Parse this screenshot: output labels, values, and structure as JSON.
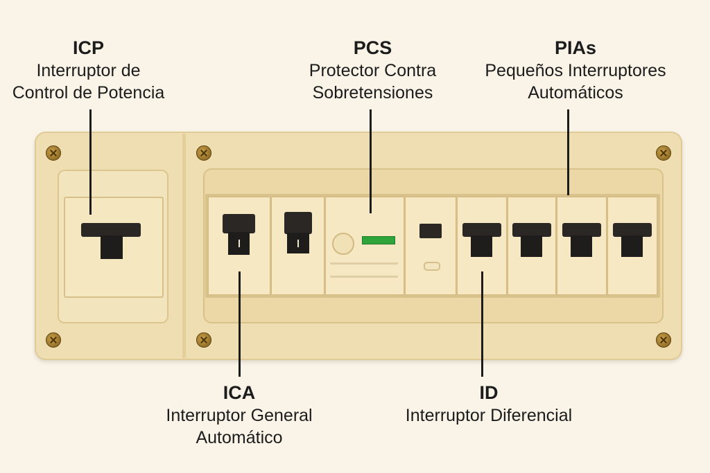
{
  "labels": {
    "icp": {
      "abbr": "ICP",
      "desc_line1": "Interruptor de",
      "desc_line2": "Control de Potencia"
    },
    "pcs": {
      "abbr": "PCS",
      "desc_line1": "Protector Contra",
      "desc_line2": "Sobretensiones"
    },
    "pias": {
      "abbr": "PIAs",
      "desc_line1": "Pequeños Interruptores",
      "desc_line2": "Automáticos"
    },
    "ica": {
      "abbr": "ICA",
      "desc_line1": "Interruptor General",
      "desc_line2": "Automático"
    },
    "id": {
      "abbr": "ID",
      "desc_line1": "Interruptor Diferencial"
    }
  },
  "colors": {
    "background": "#faf4e8",
    "panel": "#efdeb1",
    "toggle": "#2a2724",
    "led": "#2ea43b",
    "screw": "#b48a32"
  }
}
